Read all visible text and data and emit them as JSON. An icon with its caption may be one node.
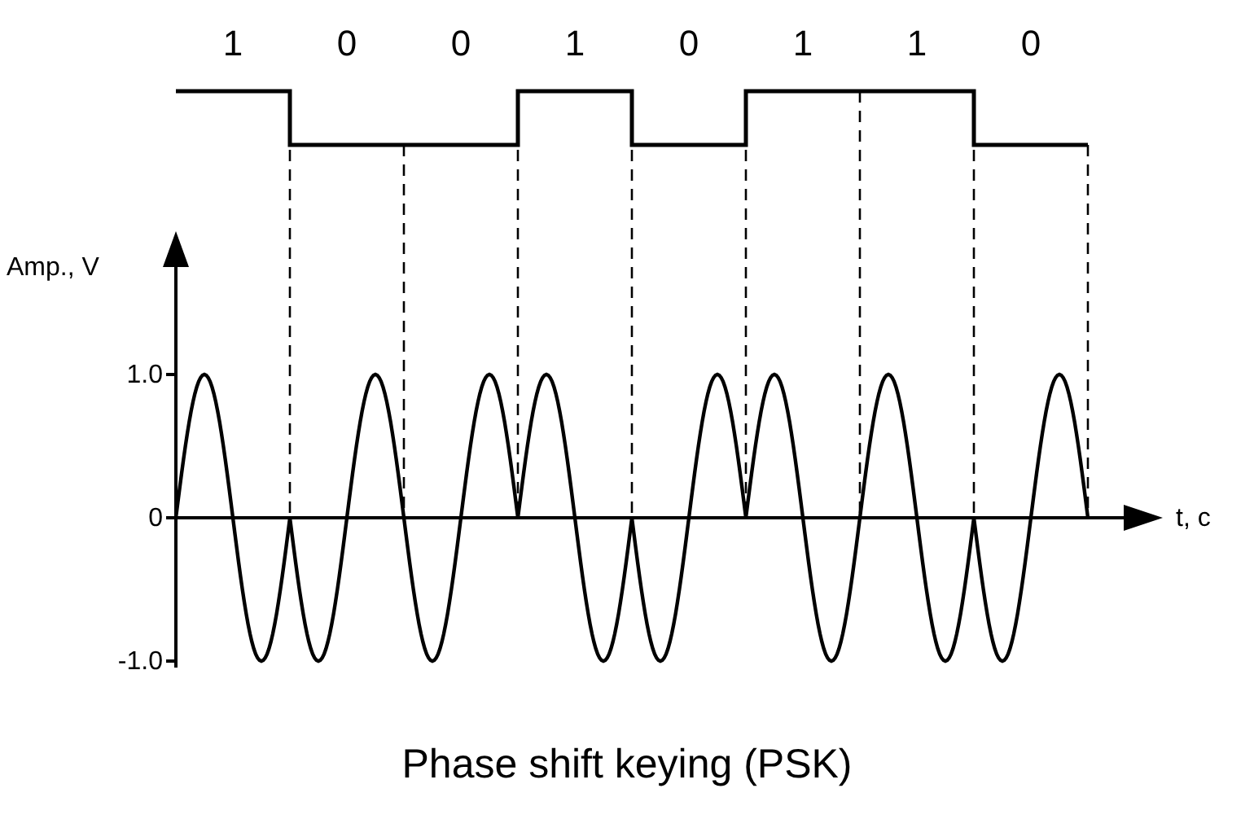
{
  "diagram": {
    "caption": "Phase shift keying (PSK)",
    "labels": [
      "1",
      "0",
      "0",
      "1",
      "0",
      "1",
      "1",
      "0",
      "Amp., V",
      "1.0",
      "0",
      "t, c",
      "-1.0"
    ]
  }
}
